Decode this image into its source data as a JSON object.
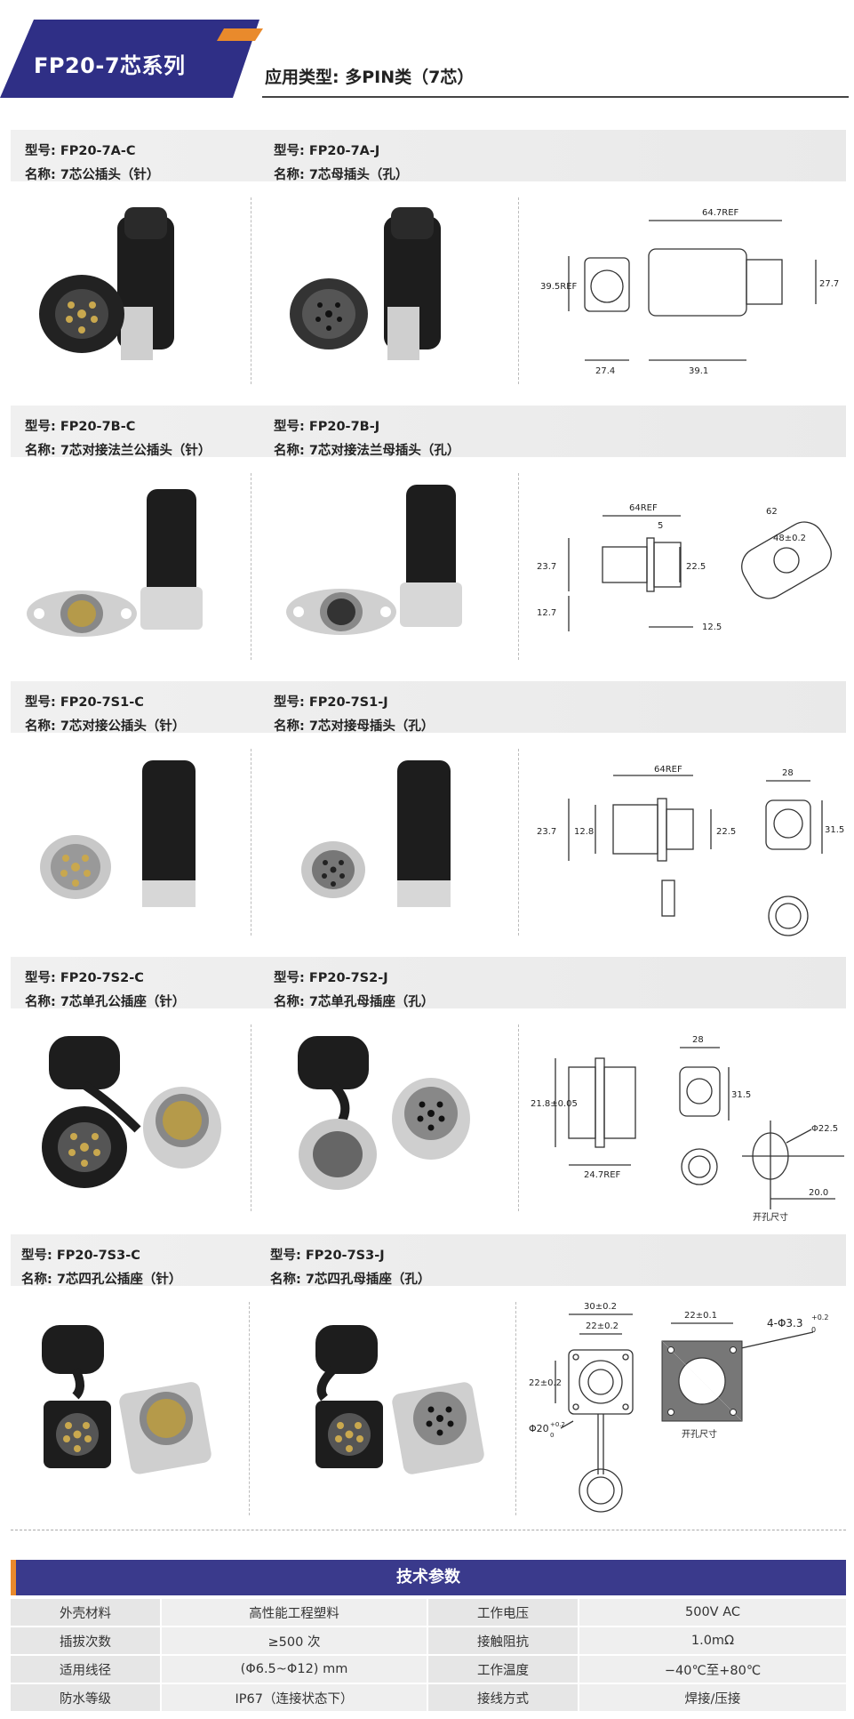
{
  "header": {
    "series_title": "FP20-7芯系列",
    "application_type": "应用类型: 多PIN类（7芯）",
    "brand_color": "#2f2f86",
    "accent_color": "#e98a2c"
  },
  "products": [
    {
      "left_model": "型号: FP20-7A-C",
      "left_name": "名称: 7芯公插头（针）",
      "right_model": "型号: FP20-7A-J",
      "right_name": "名称: 7芯母插头（孔）",
      "dims": [
        "64.7REF",
        "39.5REF",
        "27.7",
        "27.4",
        "39.1"
      ]
    },
    {
      "left_model": "型号: FP20-7B-C",
      "left_name": "名称: 7芯对接法兰公插头（针）",
      "right_model": "型号: FP20-7B-J",
      "right_name": "名称: 7芯对接法兰母插头（孔）",
      "dims": [
        "64REF",
        "5",
        "23.7",
        "22.5",
        "12.7",
        "12.5",
        "62",
        "48±0.2"
      ]
    },
    {
      "left_model": "型号: FP20-7S1-C",
      "left_name": "名称: 7芯对接公插头（针）",
      "right_model": "型号: FP20-7S1-J",
      "right_name": "名称: 7芯对接母插头（孔）",
      "dims": [
        "64REF",
        "23.7",
        "12.8",
        "22.5",
        "28",
        "31.5"
      ]
    },
    {
      "left_model": "型号: FP20-7S2-C",
      "left_name": "名称: 7芯单孔公插座（针）",
      "right_model": "型号: FP20-7S2-J",
      "right_name": "名称: 7芯单孔母插座（孔）",
      "dims": [
        "21.8±0.05",
        "24.7REF",
        "28",
        "31.5",
        "Φ22.5",
        "20.0",
        "开孔尺寸"
      ]
    },
    {
      "left_model": "型号: FP20-7S3-C",
      "left_name": "名称: 7芯四孔公插座（针）",
      "right_model": "型号: FP20-7S3-J",
      "right_name": "名称: 7芯四孔母插座（孔）",
      "dims": [
        "30±0.2",
        "22±0.2",
        "22±0.2",
        "Φ20",
        "0",
        "+0.2",
        "22±0.1",
        "4-Φ3.3",
        "0",
        "+0.2",
        "开孔尺寸"
      ]
    }
  ],
  "spec_table": {
    "title": "技术参数",
    "rows": [
      [
        "外壳材料",
        "高性能工程塑料",
        "工作电压",
        "500V AC"
      ],
      [
        "插拔次数",
        "≥500 次",
        "接触阻抗",
        "1.0mΩ"
      ],
      [
        "适用线径",
        "(Φ6.5~Φ12) mm",
        "工作温度",
        "−40℃至+80℃"
      ],
      [
        "防水等级",
        "IP67（连接状态下）",
        "接线方式",
        "焊接/压接"
      ]
    ]
  }
}
